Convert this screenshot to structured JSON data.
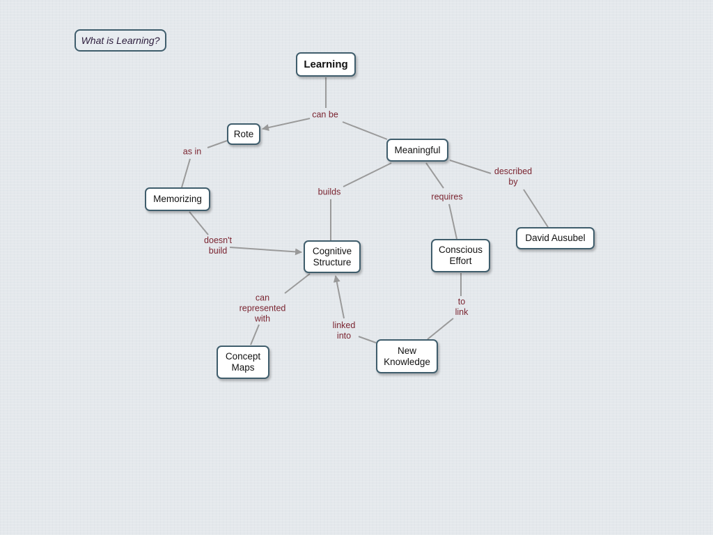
{
  "title": "What is Learning?",
  "concepts": {
    "learning": "Learning",
    "rote": "Rote",
    "meaningful": "Meaningful",
    "memorizing": "Memorizing",
    "cognitive_structure": "Cognitive\nStructure",
    "conscious_effort": "Conscious\nEffort",
    "david_ausubel": "David Ausubel",
    "concept_maps": "Concept\nMaps",
    "new_knowledge": "New\nKnowledge"
  },
  "links": {
    "can_be": "can be",
    "as_in": "as in",
    "builds": "builds",
    "requires": "requires",
    "described_by": "described\nby",
    "doesnt_build": "doesn't\nbuild",
    "to_link": "to\nlink",
    "can_represented_with": "can\nrepresented\nwith",
    "linked_into": "linked\ninto"
  },
  "colors": {
    "node_border": "#3f5d6c",
    "link_label": "#7a2430",
    "line": "#999999"
  }
}
